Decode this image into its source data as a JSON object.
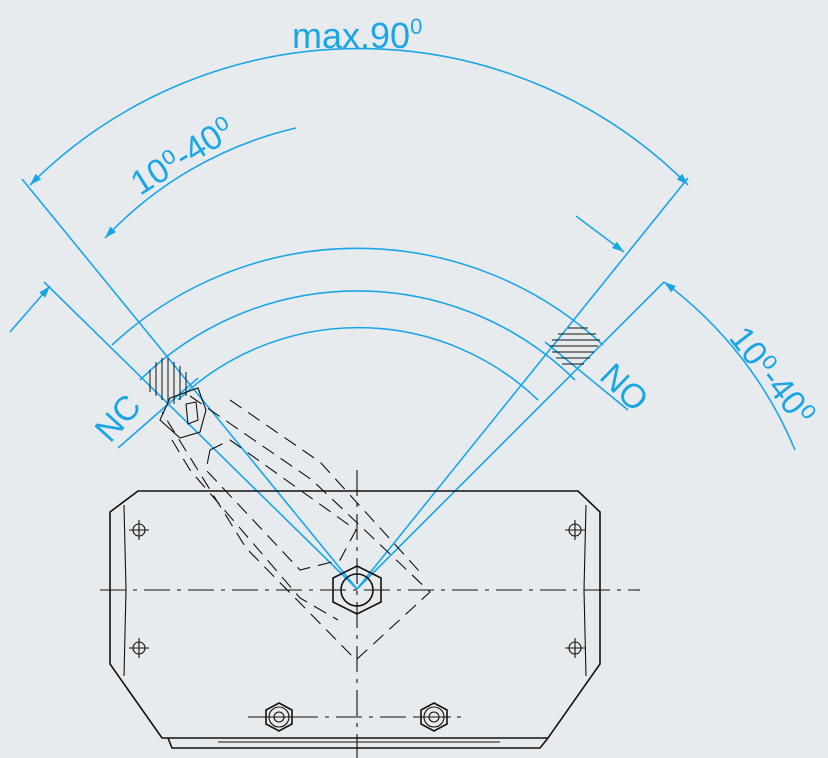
{
  "labels": {
    "max_angle_main": "max.90",
    "max_angle_sup": "0",
    "left_range": "10⁰-40⁰",
    "right_range": "10⁰-40⁰",
    "nc": "NC",
    "no": "NO"
  },
  "colors": {
    "annotation": "#1aa6e6",
    "linework": "#111111",
    "background": "#e8ebee"
  }
}
